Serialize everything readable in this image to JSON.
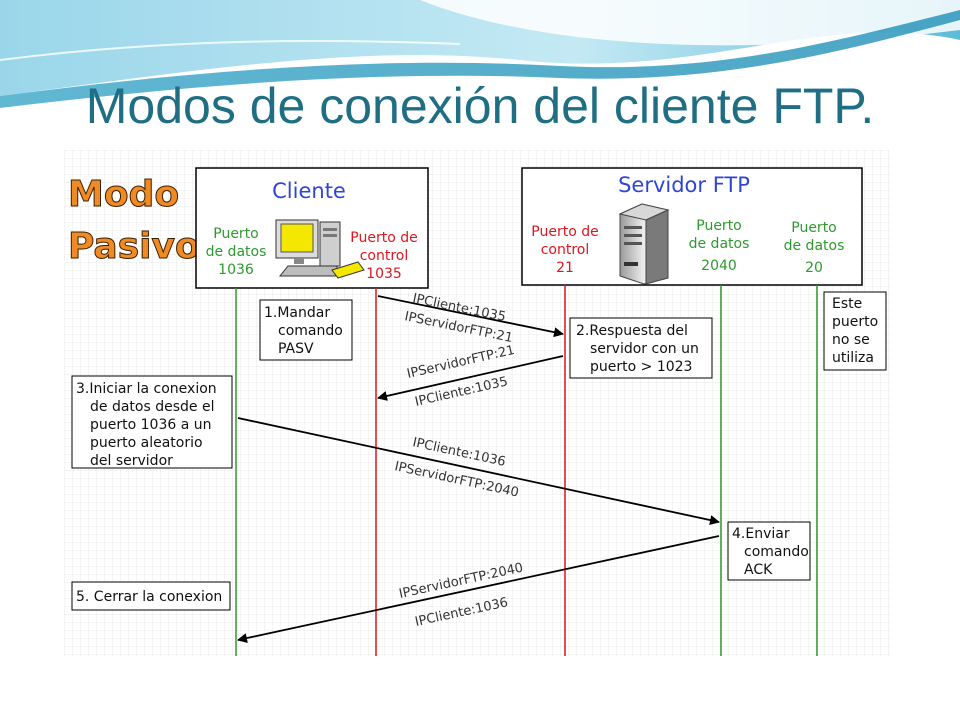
{
  "slide": {
    "title": "Modos de conexión del cliente FTP."
  },
  "diagram": {
    "mode_label_line1": "Modo",
    "mode_label_line2": "Pasivo",
    "client": {
      "title": "Cliente",
      "data_port": [
        "Puerto",
        "de datos",
        "1036"
      ],
      "control_port": [
        "Puerto de",
        "control",
        "1035"
      ]
    },
    "server": {
      "title": "Servidor FTP",
      "control_port": [
        "Puerto de",
        "control",
        "21"
      ],
      "data_port_2040": [
        "Puerto",
        "de datos",
        "2040"
      ],
      "data_port_20": [
        "Puerto",
        "de datos",
        "20"
      ]
    },
    "steps": {
      "step1": [
        "1.Mandar",
        "comando",
        "PASV"
      ],
      "step2": [
        "2.Respuesta del",
        "servidor con un",
        "puerto > 1023"
      ],
      "step3": [
        "3.Iniciar la conexion",
        "de datos desde el",
        "puerto 1036 a un",
        "puerto aleatorio",
        "del servidor"
      ],
      "step4": [
        "4.Enviar",
        "comando",
        "ACK"
      ],
      "step5": [
        "5. Cerrar la conexion"
      ],
      "unused_note": [
        "Este",
        "puerto",
        "no se",
        "utiliza"
      ]
    },
    "arrows": {
      "a1": [
        "IPCliente:1035",
        "IPServidorFTP:21"
      ],
      "a2": [
        "IPServidorFTP:21",
        "IPCliente:1035"
      ],
      "a3": [
        "IPCliente:1036",
        "IPServidorFTP:2040"
      ],
      "a4": [
        "IPServidorFTP:2040",
        "IPCliente:1036"
      ]
    },
    "colors": {
      "green": "#2e9a2e",
      "red": "#e0141e",
      "blue": "#2f45d6",
      "orange": "#f08a24",
      "title_teal": "#1f6e84"
    }
  }
}
